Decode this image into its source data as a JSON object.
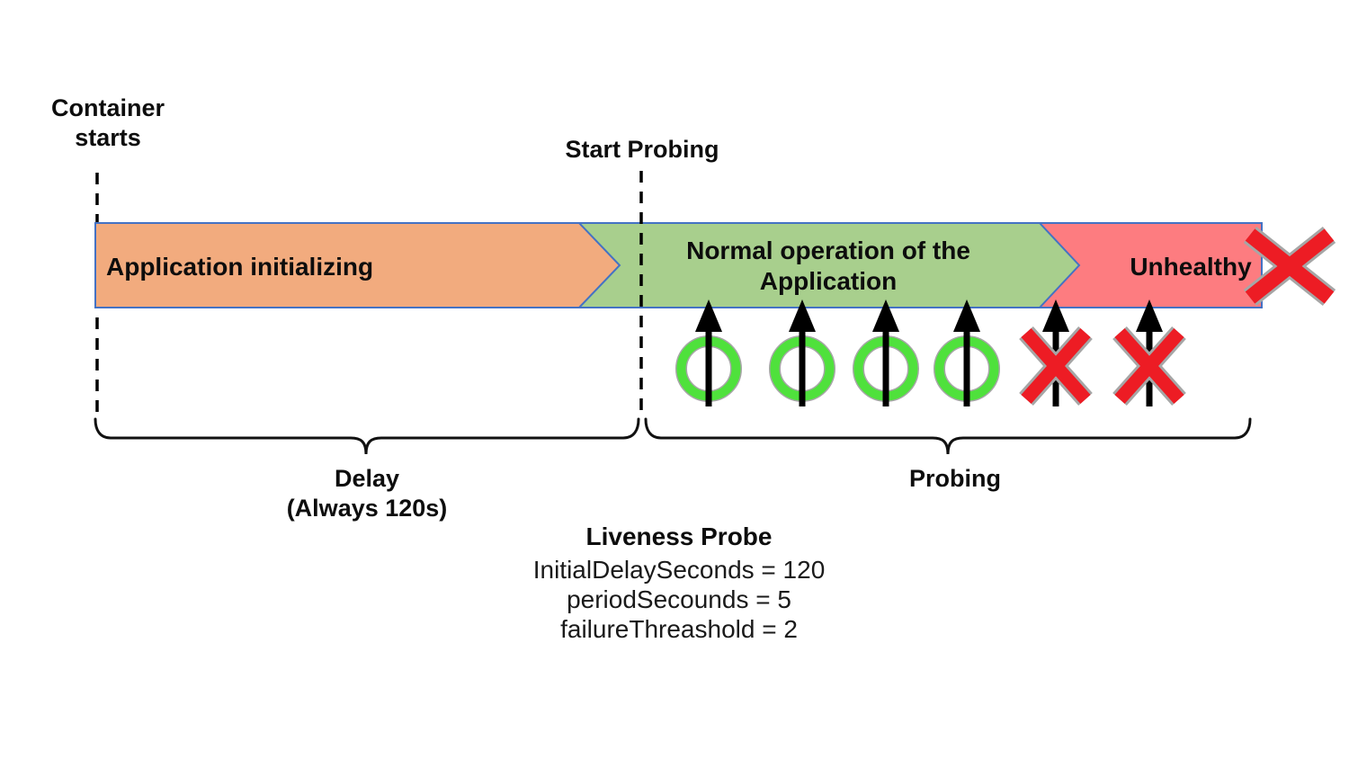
{
  "diagram": {
    "milestones": {
      "container_starts": "Container\nstarts",
      "start_probing": "Start Probing"
    },
    "timeline": {
      "phases": [
        {
          "label": "Application initializing",
          "color": "#F2AB7E"
        },
        {
          "label": "Normal operation of the\nApplication",
          "color": "#A8CF8D"
        },
        {
          "label": "Unhealthy",
          "color": "#FD7C80"
        }
      ],
      "border_color": "#4472C4"
    },
    "probes": {
      "results": [
        "success",
        "success",
        "success",
        "success",
        "failure",
        "failure"
      ],
      "success_color": "#4FE13C",
      "failure_color": "#ED1C24",
      "arrow_color": "#000000",
      "outline_color": "#A6A6A6"
    },
    "spans": {
      "delay": "Delay\n(Always 120s)",
      "probing": "Probing"
    },
    "config": {
      "title": "Liveness Probe",
      "lines": [
        "InitialDelaySeconds = 120",
        "periodSecounds = 5",
        "failureThreashold = 2"
      ]
    }
  }
}
